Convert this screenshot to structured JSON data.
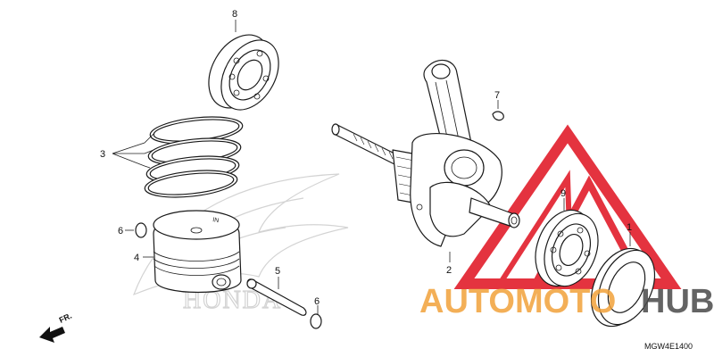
{
  "callouts": {
    "c1": "1",
    "c2": "2",
    "c3": "3",
    "c4": "4",
    "c5": "5",
    "c6a": "6",
    "c6b": "6",
    "c7": "7",
    "c8": "8",
    "c9": "9"
  },
  "direction_label": "FR.",
  "diagram_code": "MGW4E1400",
  "watermark": {
    "text_part1": "AUTOMOTO",
    "text_part2": "HUB",
    "logo_letter": "A",
    "color_red": "#e0101e",
    "color_orange": "#f2a23a",
    "color_gray": "#4a4a4a"
  },
  "background_logo": {
    "brand": "HONDA"
  },
  "icons": [
    "front-direction-arrow-icon",
    "honda-wing-logo",
    "automotohub-logo"
  ]
}
